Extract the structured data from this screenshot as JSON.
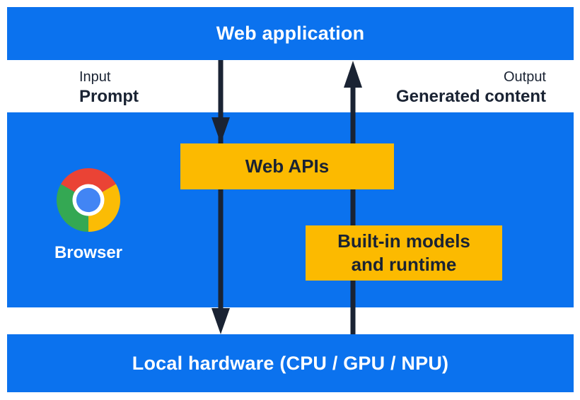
{
  "colors": {
    "blue": "#0b72ee",
    "yellow": "#fcba00",
    "navy": "#1a2333",
    "white": "#ffffff",
    "chrome_red": "#ea4335",
    "chrome_green": "#34a853",
    "chrome_yellow": "#fbbc05",
    "chrome_blue": "#4285f4"
  },
  "top_bar": {
    "label": "Web application"
  },
  "flow": {
    "input_title": "Input",
    "input_value": "Prompt",
    "output_title": "Output",
    "output_value": "Generated content"
  },
  "browser_section": {
    "logo": "chrome-logo",
    "label": "Browser"
  },
  "boxes": {
    "web_apis": {
      "label": "Web APIs"
    },
    "builtin": {
      "line1": "Built-in models",
      "line2": "and runtime"
    }
  },
  "bottom_bar": {
    "label": "Local hardware (CPU / GPU / NPU)"
  }
}
